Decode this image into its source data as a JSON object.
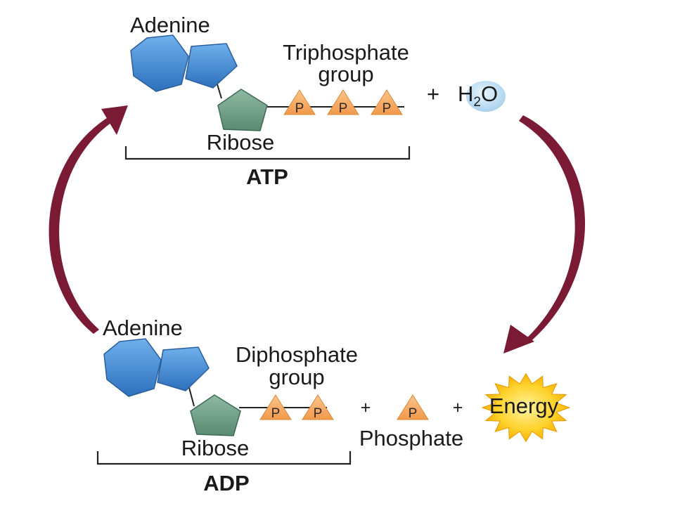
{
  "atp": {
    "adenine_label": "Adenine",
    "triphosphate_label_line1": "Triphosphate",
    "triphosphate_label_line2": "group",
    "ribose_label": "Ribose",
    "molecule_label": "ATP",
    "phosphate_symbol": "P",
    "plus": "+",
    "water_h": "H",
    "water_sub": "2",
    "water_o": "O"
  },
  "adp": {
    "adenine_label": "Adenine",
    "diphosphate_label_line1": "Diphosphate",
    "diphosphate_label_line2": "group",
    "ribose_label": "Ribose",
    "molecule_label": "ADP",
    "phosphate_symbol": "P",
    "plus_1": "+",
    "free_phosphate_symbol": "P",
    "free_phosphate_label": "Phosphate",
    "plus_2": "+",
    "energy_label": "Energy"
  },
  "colors": {
    "adenine_fill": "#3f87d4",
    "ribose_fill": "#6f9e86",
    "phosphate_fill": "#f4a45c",
    "water_fill": "#bcdcf2",
    "energy_fill": "#f5b400",
    "arrow": "#7b1a34"
  }
}
